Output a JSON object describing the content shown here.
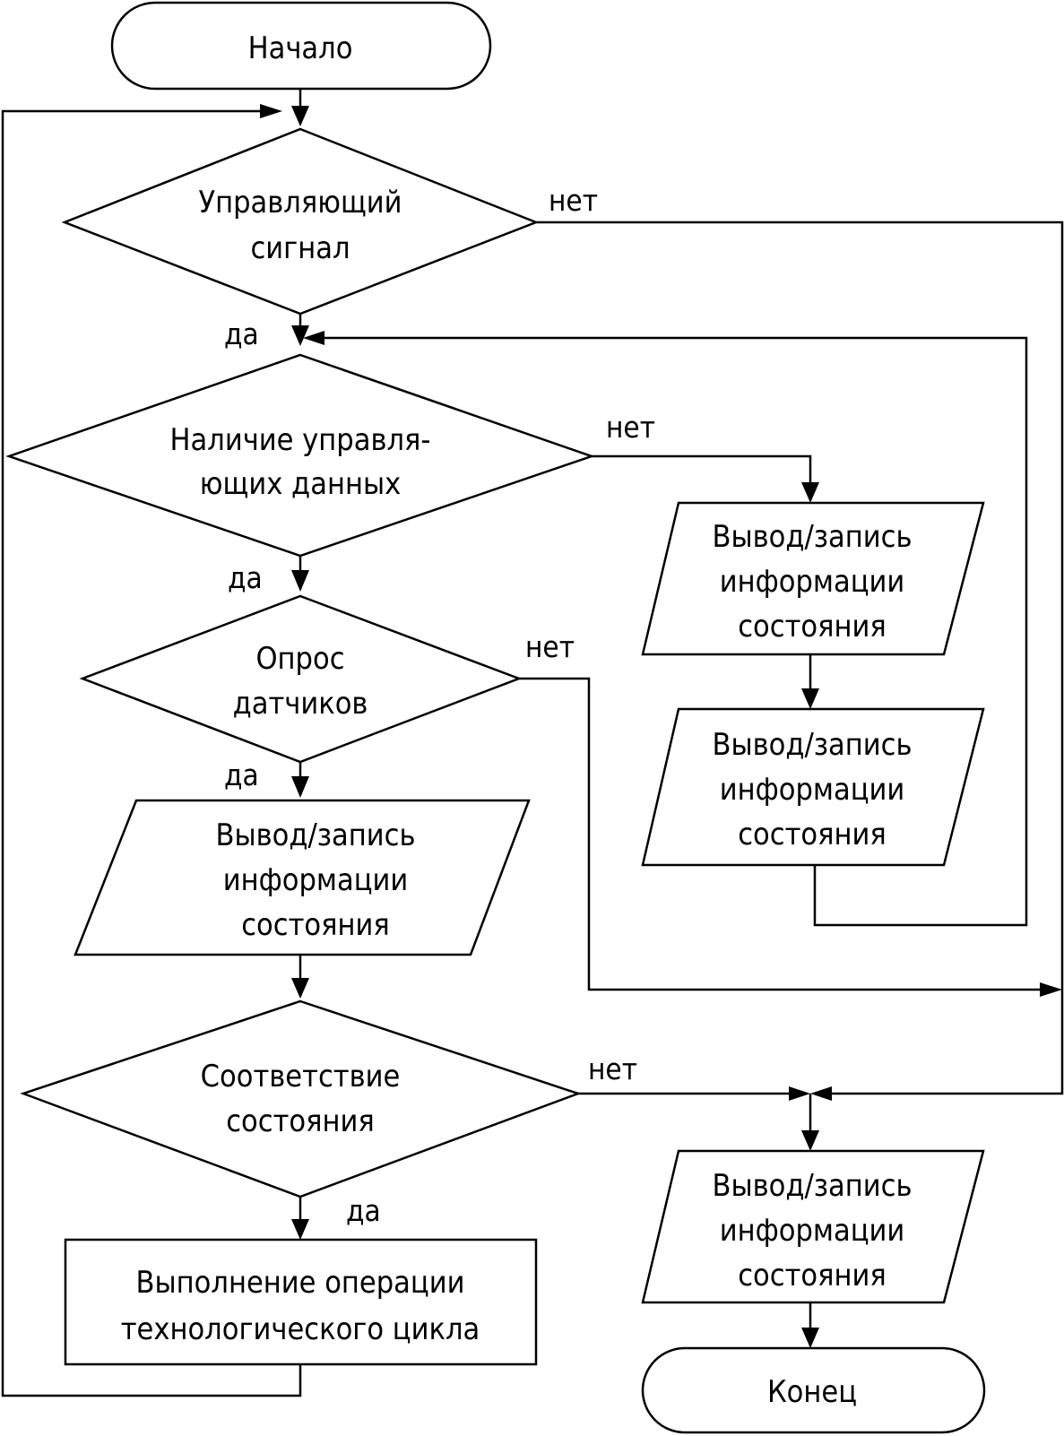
{
  "start": {
    "label": "Начало"
  },
  "end": {
    "label": "Конец"
  },
  "decision1": {
    "lines": [
      "Управляющий",
      "сигнал"
    ],
    "yes": "да",
    "no": "нет"
  },
  "decision2": {
    "lines": [
      "Наличие управля-",
      "ющих данных"
    ],
    "yes": "да",
    "no": "нет"
  },
  "decision3": {
    "lines": [
      "Опрос",
      "датчиков"
    ],
    "yes": "да",
    "no": "нет"
  },
  "decision4": {
    "lines": [
      "Соответствие",
      "состояния"
    ],
    "yes": "да",
    "no": "нет"
  },
  "io_left": {
    "lines": [
      "Вывод/запись",
      "информации",
      "состояния"
    ]
  },
  "io_right1": {
    "lines": [
      "Вывод/запись",
      "информации",
      "состояния"
    ]
  },
  "io_right2": {
    "lines": [
      "Вывод/запись",
      "информации",
      "состояния"
    ]
  },
  "io_right3": {
    "lines": [
      "Вывод/запись",
      "информации",
      "состояния"
    ]
  },
  "process": {
    "lines": [
      "Выполнение операции",
      "технологического цикла"
    ]
  }
}
